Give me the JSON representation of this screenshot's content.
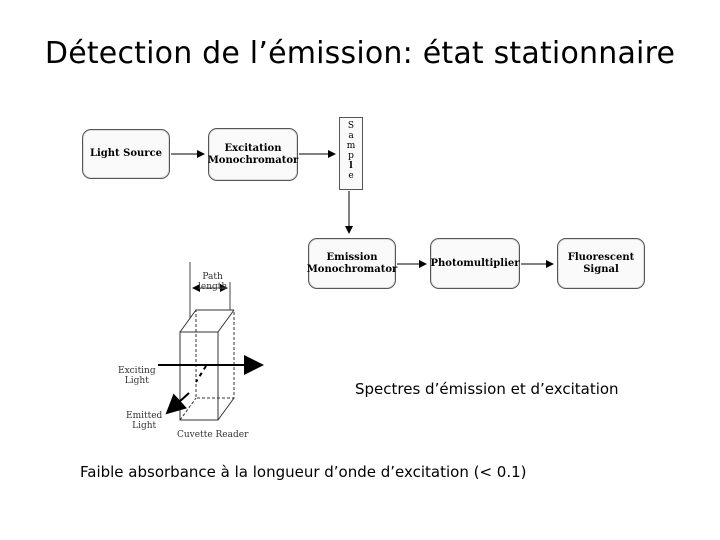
{
  "title": "Détection de l’émission: état stationnaire",
  "diagram": {
    "boxes": {
      "light_source": "Light Source",
      "excitation": "Excitation\nMonochromator",
      "sample": [
        "S",
        "a",
        "m",
        "p",
        "l",
        "e"
      ],
      "emission": "Emission\nMonochromator",
      "photomultiplier": "Photomultiplier",
      "fluorescent": "Fluorescent\nSignal"
    },
    "cuvette": {
      "path_length": "Path\nlength",
      "exciting_light": "Exciting\nLight",
      "emitted_light": "Emitted\nLight",
      "cuvette_reader": "Cuvette Reader"
    }
  },
  "captions": {
    "spectres": "Spectres d’émission et d’excitation",
    "faible": "Faible absorbance à la longueur d’onde d’excitation (< 0.1)"
  }
}
